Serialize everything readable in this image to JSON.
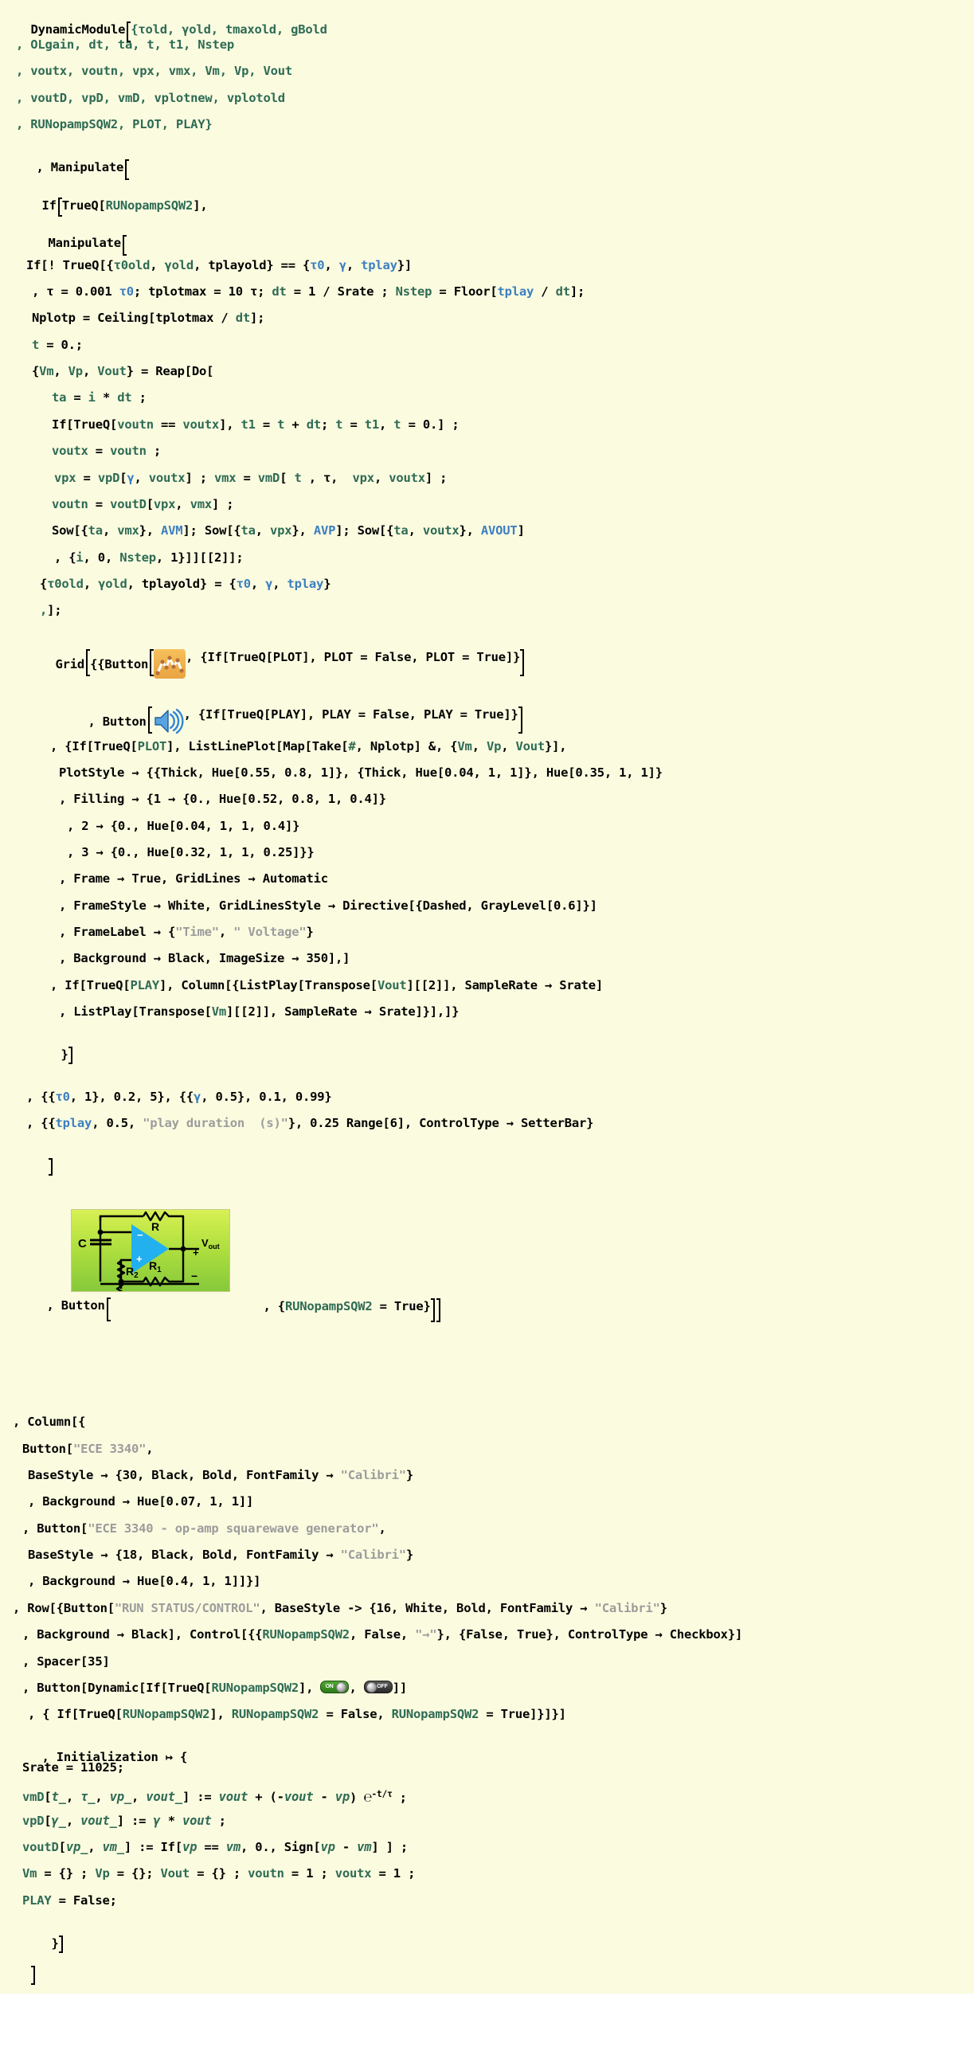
{
  "notebook": {
    "cell_background": "#FBFBE0",
    "syntax_colors": {
      "local_symbol": "#2E6B54",
      "slider_symbol": "#3C7FBF",
      "string": "#9C9C9C",
      "builtin": "#000000"
    }
  },
  "code": {
    "l1": "DynamicModule",
    "l1b": "{τold, γold, tmaxold, gBold",
    "l2": ", OLgain, dt, ta, t, t1, Nstep",
    "l3": ", voutx, voutn, vpx, vmx, Vm, Vp, Vout",
    "l4": ", voutD, vpD, vmD, vplotnew, vplotold",
    "l5": ", RUNopampSQW2, PLOT, PLAY}",
    "l6": ", Manipulate",
    "l7a": "If",
    "l7b": "TrueQ[RUNopampSQW2],",
    "l8": "Manipulate",
    "l9": "If[! TrueQ[{τ0old, γold, tplayold} == {τ0, γ, tplay}]",
    "l10": ", τ = 0.001 τ0; tplotmax = 10 τ; dt = 1 / Srate ; Nstep = Floor[tplay / dt];",
    "l11": "Nplotp = Ceiling[tplotmax / dt];",
    "l12": "t = 0.;",
    "l13": "{Vm, Vp, Vout} = Reap[Do[",
    "l14": "ta = i * dt ;",
    "l15": "If[TrueQ[voutn == voutx], t1 = t + dt; t = t1, t = 0.] ;",
    "l16": "voutx = voutn ;",
    "l17": "vpx = vpD[γ, voutx] ; vmx = vmD[ t , τ,  vpx, voutx] ;",
    "l18": "voutn = voutD[vpx, vmx] ;",
    "l19": "Sow[{ta, vmx}, AVM]; Sow[{ta, vpx}, AVP]; Sow[{ta, voutx}, AVOUT]",
    "l20": ", {i, 0, Nstep, 1}]][[2]];",
    "l21": "{τ0old, γold, tplayold} = {τ0, γ, tplay}",
    "l22": ",];",
    "l23": "Grid",
    "l23b": "{{Button",
    "l23c": ", {If[TrueQ[PLOT], PLOT = False, PLOT = True]}",
    "l24a": ", Button",
    "l24b": ", {If[TrueQ[PLAY], PLAY = False, PLAY = True]}",
    "l25": ", {If[TrueQ[PLOT], ListLinePlot[Map[Take[#, Nplotp] &, {Vm, Vp, Vout}],",
    "l26": "PlotStyle → {{Thick, Hue[0.55, 0.8, 1]}, {Thick, Hue[0.04, 1, 1]}, Hue[0.35, 1, 1]}",
    "l27": ", Filling → {1 → {0., Hue[0.52, 0.8, 1, 0.4]}",
    "l28": ", 2 → {0., Hue[0.04, 1, 1, 0.4]}",
    "l29": ", 3 → {0., Hue[0.32, 1, 1, 0.25]}}",
    "l30": ", Frame → True, GridLines → Automatic",
    "l31": ", FrameStyle → White, GridLinesStyle → Directive[{Dashed, GrayLevel[0.6]}]",
    "l32": ", FrameLabel → {\"Time\", \" Voltage\"}",
    "l33": ", Background → Black, ImageSize → 350],]",
    "l34": ", If[TrueQ[PLAY], Column[{ListPlay[Transpose[Vout][[2]], SampleRate → Srate]",
    "l35": ", ListPlay[Transpose[Vm][[2]], SampleRate → Srate]}],]}",
    "l36": "}]",
    "l37": ", {{τ0, 1}, 0.2, 5}, {{γ, 0.5}, 0.1, 0.99}",
    "l38": ", {{tplay, 0.5, \"play duration  (s)\"}, 0.25 Range[6], ControlType → SetterBar}",
    "l39": "]",
    "l40a": ", Button",
    "l40b": ", {RUNopampSQW2 = True}",
    "l41": ", Column[{",
    "l42": "Button[\"ECE 3340\",",
    "l43": "BaseStyle → {30, Black, Bold, FontFamily → \"Calibri\"}",
    "l44": ", Background → Hue[0.07, 1, 1]]",
    "l45": ", Button[\"ECE 3340 - op-amp squarewave generator\",",
    "l46": "BaseStyle → {18, Black, Bold, FontFamily → \"Calibri\"}",
    "l47": ", Background → Hue[0.4, 1, 1]]}]",
    "l48": ", Row[{Button[\"RUN STATUS/CONTROL\", BaseStyle -> {16, White, Bold, FontFamily → \"Calibri\"}",
    "l49": ", Background → Black], Control[{{RUNopampSQW2, False, \"→\"}, {False, True}, ControlType → Checkbox}]",
    "l50": ", Spacer[35]",
    "l51a": ", Button[Dynamic[If[TrueQ[RUNopampSQW2], ",
    "l51b": ", ",
    "l51c": "]]",
    "l52": ", { If[TrueQ[RUNopampSQW2], RUNopampSQW2 = False, RUNopampSQW2 = True]}]}]",
    "l53": ", Initialization ↦ {",
    "l54": "Srate = 11025;",
    "l55a": "vmD[t_, τ_, vp_, vout_] := vout + (-vout - vp) ",
    "l55b": "-t/τ",
    "l55c": " ;",
    "l56": "vpD[γ_, vout_] := γ * vout ;",
    "l57": "voutD[vp_, vm_] := If[vp == vm, 0., Sign[vp - vm] ] ;",
    "l58": "Vm = {} ; Vp = {}; Vout = {} ; voutn = 1 ; voutx = 1 ;",
    "l59": "PLAY = False;",
    "l60": "}]",
    "l61": "]"
  },
  "icons": {
    "plot_button": "listlineplot-icon",
    "play_button": "speaker-icon",
    "circuit_button": "opamp-circuit-icon",
    "toggle_on": "toggle-on-icon",
    "toggle_off": "toggle-off-icon"
  },
  "toggles": {
    "on_label": "ON",
    "off_label": "OFF"
  },
  "circuit": {
    "label_R": "R",
    "label_C": "C",
    "label_R1": "R",
    "label_R1_sub": "1",
    "label_R2": "R",
    "label_R2_sub": "2",
    "label_vout": "V",
    "label_vout_sub": "out",
    "label_plus_in": "+",
    "label_minus_in": "−",
    "label_plus_out": "+",
    "label_minus_out": "−",
    "colors": {
      "background_top": "#d8f056",
      "background_bottom": "#86c93a",
      "opamp_fill": "#22b0ef",
      "wire": "#000000"
    }
  }
}
